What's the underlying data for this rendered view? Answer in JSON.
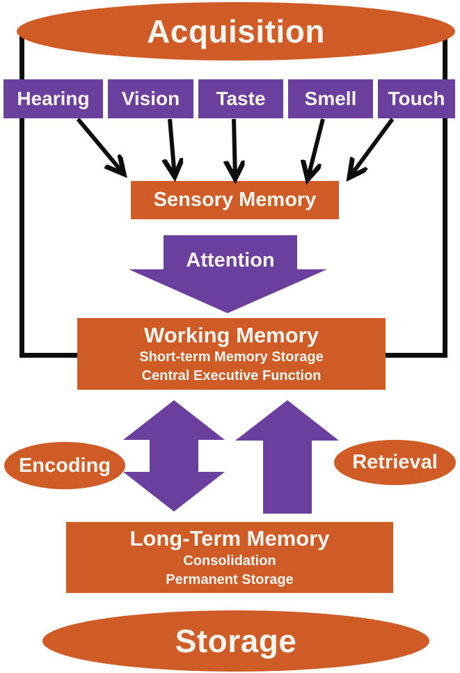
{
  "colors": {
    "orange": "#CF5B26",
    "purple": "#6B3F9E",
    "black": "#0d0d0d",
    "text": "#F8F4EE",
    "background": "#FFFFFF"
  },
  "top": {
    "acquisition_label": "Acquisition"
  },
  "senses": [
    {
      "label": "Hearing"
    },
    {
      "label": "Vision"
    },
    {
      "label": "Taste"
    },
    {
      "label": "Smell"
    },
    {
      "label": "Touch"
    }
  ],
  "sensory_memory": {
    "label": "Sensory Memory"
  },
  "attention": {
    "label": "Attention"
  },
  "working_memory": {
    "title": "Working Memory",
    "line1": "Short-term Memory Storage",
    "line2": "Central Executive Function"
  },
  "encoding": {
    "label": "Encoding"
  },
  "retrieval": {
    "label": "Retrieval"
  },
  "long_term_memory": {
    "title": "Long-Term Memory",
    "line1": "Consolidation",
    "line2": "Permanent Storage"
  },
  "bottom": {
    "storage_label": "Storage"
  }
}
